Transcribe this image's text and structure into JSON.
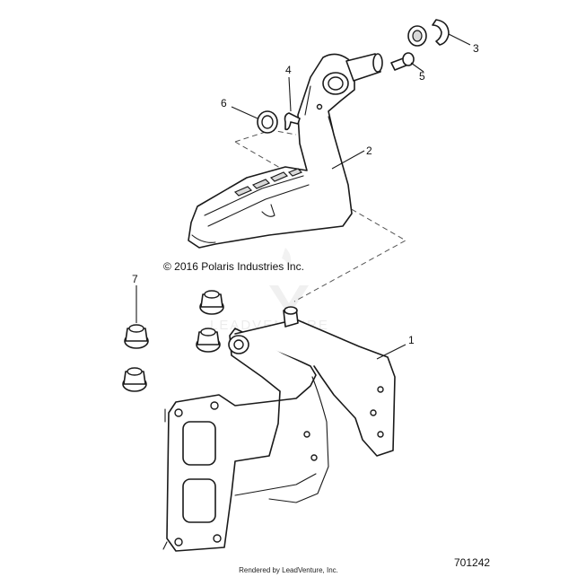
{
  "copyright": "© 2016 Polaris Industries Inc.",
  "watermark": "LEADVENTURE",
  "diagram_number": "701242",
  "footer": "Rendered by LeadVenture, Inc.",
  "callouts": [
    {
      "id": "1",
      "label": "1"
    },
    {
      "id": "2",
      "label": "2"
    },
    {
      "id": "3",
      "label": "3"
    },
    {
      "id": "4",
      "label": "4"
    },
    {
      "id": "5",
      "label": "5"
    },
    {
      "id": "6",
      "label": "6"
    },
    {
      "id": "7",
      "label": "7"
    }
  ]
}
